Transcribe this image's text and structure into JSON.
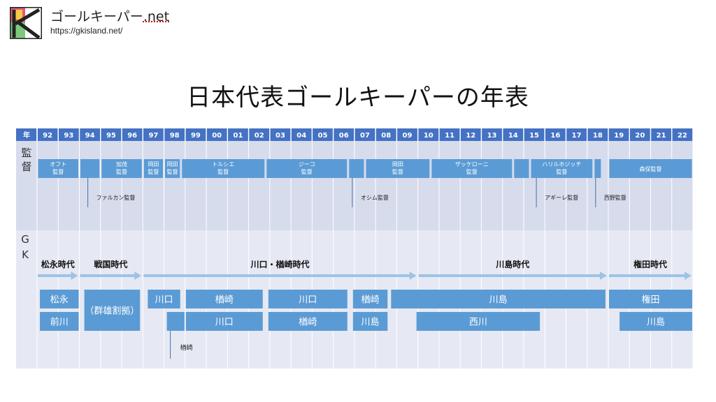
{
  "header": {
    "site_name": "ゴールキーパー",
    "site_tld": ".net",
    "site_url": "https://gkisland.net/"
  },
  "title": "日本代表ゴールキーパーの年表",
  "timeline": {
    "year_header": "年",
    "years": [
      "92",
      "93",
      "94",
      "95",
      "96",
      "97",
      "98",
      "99",
      "00",
      "01",
      "02",
      "03",
      "04",
      "05",
      "06",
      "07",
      "08",
      "09",
      "10",
      "11",
      "12",
      "13",
      "14",
      "15",
      "16",
      "17",
      "18",
      "19",
      "20",
      "21",
      "22"
    ],
    "manager_label_1": "監",
    "manager_label_2": "督",
    "gk_label_1": "G",
    "gk_label_2": "K",
    "colors": {
      "header": "#4472c4",
      "panel_top": "#d6dcec",
      "panel_bottom": "#e6e9f3",
      "block": "#5b9bd5",
      "arrow": "#9dc3e6"
    },
    "managers": [
      {
        "lines": [
          "オフト",
          "監督"
        ],
        "start": 0,
        "end": 2
      },
      {
        "lines": [],
        "start": 2,
        "end": 3
      },
      {
        "lines": [
          "加茂",
          "監督"
        ],
        "start": 3,
        "end": 5
      },
      {
        "lines": [
          "岡田",
          "監督"
        ],
        "start": 5,
        "end": 6
      },
      {
        "lines": [
          "岡田",
          "監督"
        ],
        "start": 6,
        "end": 6.8
      },
      {
        "lines": [
          "トルシエ",
          "監督"
        ],
        "start": 6.8,
        "end": 10.8
      },
      {
        "lines": [
          "ジーコ",
          "監督"
        ],
        "start": 10.8,
        "end": 14.7
      },
      {
        "lines": [],
        "start": 14.7,
        "end": 15.5
      },
      {
        "lines": [
          "岡田",
          "監督"
        ],
        "start": 15.5,
        "end": 18.6
      },
      {
        "lines": [
          "ザッケローニ",
          "監督"
        ],
        "start": 18.6,
        "end": 22.5
      },
      {
        "lines": [],
        "start": 22.5,
        "end": 23.3
      },
      {
        "lines": [
          "ハリルホジッチ",
          "監督"
        ],
        "start": 23.3,
        "end": 26.3
      },
      {
        "lines": [],
        "start": 26.3,
        "end": 26.7
      },
      {
        "lines": [
          "森保監督"
        ],
        "start": 27,
        "end": 31
      }
    ],
    "manager_notes": [
      {
        "text": "ファルカン監督",
        "at": 2.4
      },
      {
        "text": "オシム監督",
        "at": 14.9
      },
      {
        "text": "アギーレ監督",
        "at": 23.6
      },
      {
        "text": "西野監督",
        "at": 26.4
      }
    ],
    "eras": [
      {
        "label": "松永時代",
        "start": 0,
        "end": 2
      },
      {
        "label": "戦国時代",
        "start": 2,
        "end": 5
      },
      {
        "label": "川口・楢崎時代",
        "start": 5,
        "end": 18
      },
      {
        "label": "川島時代",
        "start": 18,
        "end": 27
      },
      {
        "label": "権田時代",
        "start": 27,
        "end": 31
      }
    ],
    "gk_row1": [
      {
        "label": "松永",
        "start": 0.1,
        "end": 2
      },
      {
        "label": "川口",
        "start": 5.2,
        "end": 6.8
      },
      {
        "label": "楢崎",
        "start": 7,
        "end": 10.7
      },
      {
        "label": "川口",
        "start": 10.9,
        "end": 14.7
      },
      {
        "label": "楢崎",
        "start": 14.9,
        "end": 16.6
      },
      {
        "label": "川島",
        "start": 16.7,
        "end": 26.9
      },
      {
        "label": "権田",
        "start": 27,
        "end": 31
      }
    ],
    "gk_row2": [
      {
        "label": "前川",
        "start": 0.1,
        "end": 2
      },
      {
        "label": "",
        "start": 6.1,
        "end": 7
      },
      {
        "label": "川口",
        "start": 7,
        "end": 10.7
      },
      {
        "label": "楢崎",
        "start": 10.9,
        "end": 14.7
      },
      {
        "label": "川島",
        "start": 14.9,
        "end": 16.6
      },
      {
        "label": "西川",
        "start": 17.9,
        "end": 23.8
      },
      {
        "label": "川島",
        "start": 27.5,
        "end": 31
      }
    ],
    "gk_merged": {
      "label": "（群雄割拠）",
      "start": 2.2,
      "end": 4.9
    },
    "gk_note": {
      "text": "楢崎",
      "at": 6.3
    }
  }
}
